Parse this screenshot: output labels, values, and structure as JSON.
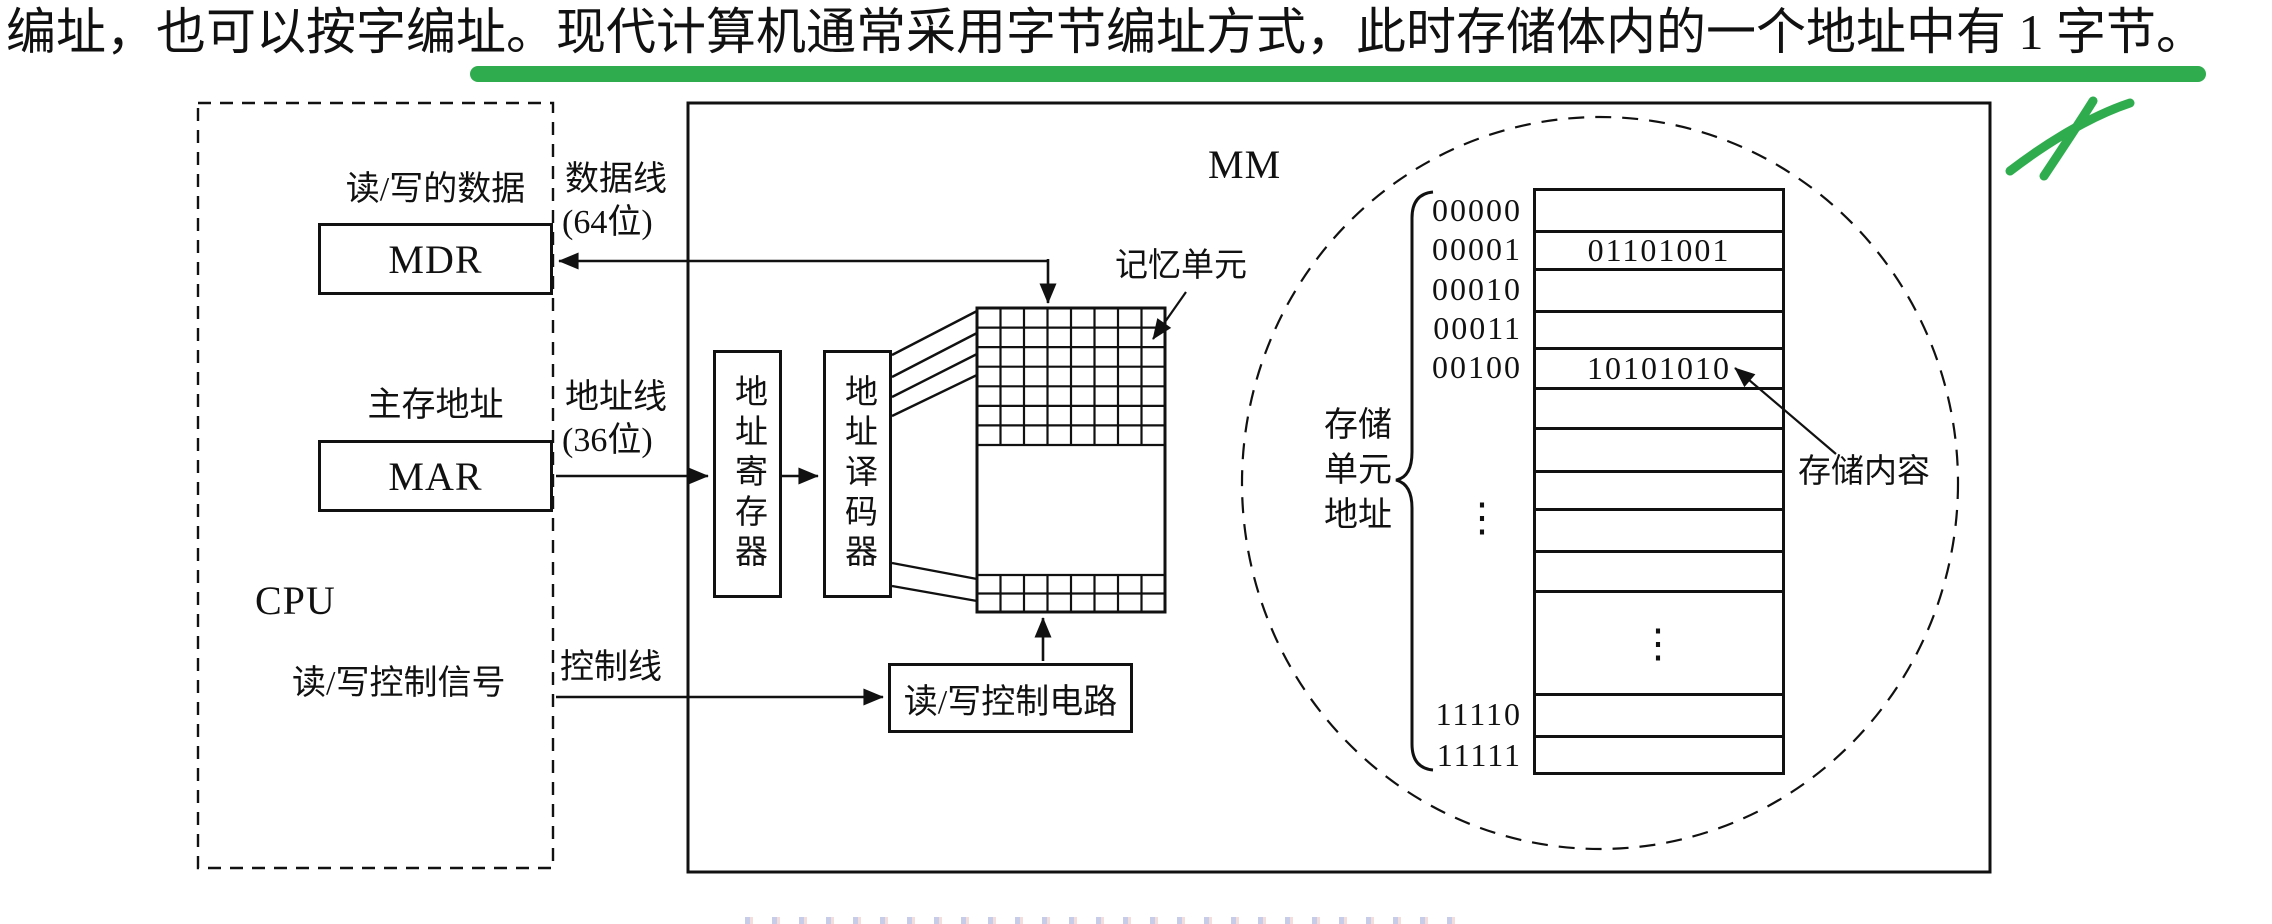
{
  "colors": {
    "ink": "#111111",
    "highlight_green": "#2fad4e"
  },
  "header": {
    "text_line": "编址，也可以按字编址。现代计算机通常采用字节编址方式，此时存储体内的一个地址中有 1 字节。"
  },
  "cpu": {
    "label": "CPU",
    "mdr_caption": "读/写的数据",
    "mdr": "MDR",
    "mar_caption": "主存地址",
    "mar": "MAR",
    "rw_signal": "读/写控制信号"
  },
  "buses": {
    "data": "数据线",
    "data_width": "(64位)",
    "address": "地址线",
    "address_width": "(36位)",
    "control": "控制线"
  },
  "mm": {
    "label": "MM",
    "address_register": "地址寄存器",
    "address_decoder": "地址译码器",
    "memory_cell": "记忆单元",
    "rw_circuit": "读/写控制电路",
    "grid_dots": "⋮"
  },
  "detail": {
    "unit_addr_line1": "存储",
    "unit_addr_line2": "单元",
    "unit_addr_line3": "地址",
    "content_label": "存储内容",
    "addr_col_dots": "⋮",
    "table_dots": "⋮",
    "rows": [
      {
        "addr": "00000",
        "value": ""
      },
      {
        "addr": "00001",
        "value": "01101001"
      },
      {
        "addr": "00010",
        "value": ""
      },
      {
        "addr": "00011",
        "value": ""
      },
      {
        "addr": "00100",
        "value": "10101010"
      },
      {
        "addr": "",
        "value": ""
      },
      {
        "addr": "",
        "value": ""
      },
      {
        "addr": "",
        "value": ""
      },
      {
        "addr": "",
        "value": ""
      },
      {
        "addr": "",
        "value": ""
      },
      {
        "addr": "",
        "value": ""
      },
      {
        "addr": "11110",
        "value": ""
      },
      {
        "addr": "11111",
        "value": ""
      }
    ]
  }
}
